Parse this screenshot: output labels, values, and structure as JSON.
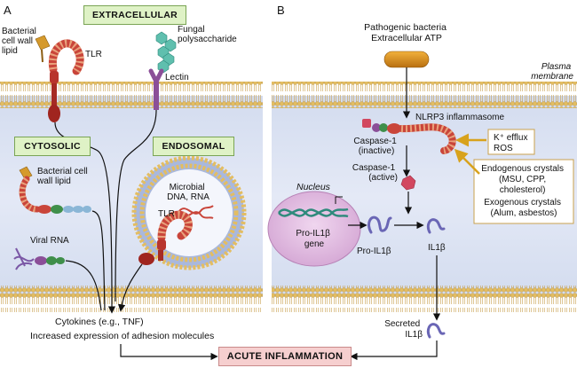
{
  "panel_a": {
    "letter": "A",
    "extracellular": "EXTRACELLULAR",
    "cytosolic": "CYTOSOLIC",
    "endosomal": "ENDOSOMAL",
    "bacterial_cell_wall_lipid_top": [
      "Bacterial",
      "cell wall",
      "lipid"
    ],
    "tlr_top": "TLR",
    "fungal_polysaccharide": [
      "Fungal",
      "polysaccharide"
    ],
    "lectin": "Lectin",
    "bacterial_cell_wall_lipid_cyto": [
      "Bacterial cell",
      "wall lipid"
    ],
    "viral_rna": "Viral RNA",
    "microbial_dna_rna": [
      "Microbial",
      "DNA, RNA"
    ],
    "tlr_endo": "TLR",
    "cytokines": "Cytokines (e.g., TNF)",
    "adhesion": "Increased expression of adhesion molecules"
  },
  "panel_b": {
    "letter": "B",
    "pathogenic": [
      "Pathogenic bacteria",
      "Extracellular ATP"
    ],
    "plasma_membrane": [
      "Plasma",
      "membrane"
    ],
    "nlrp3": "NLRP3 inflammasome",
    "caspase_inactive": [
      "Caspase-1",
      "(inactive)"
    ],
    "caspase_active": [
      "Caspase-1",
      "(active)"
    ],
    "k_efflux": [
      "K⁺ efflux",
      "ROS"
    ],
    "crystals": [
      "Endogenous crystals",
      "(MSU, CPP,",
      "cholesterol)",
      "Exogenous crystals",
      "(Alum, asbestos)"
    ],
    "nucleus": "Nucleus",
    "pro_il1b_gene": [
      "Pro-IL1β",
      "gene"
    ],
    "pro_il1b": "Pro-IL1β",
    "il1b": "IL1β",
    "secreted": [
      "Secreted",
      "IL1β"
    ]
  },
  "acute_inflammation": "ACUTE INFLAMMATION",
  "colors": {
    "membrane_head": "#e6c16a",
    "cell_interior": "#dfe6f4",
    "tlr_red": "#b8342d",
    "tlr_stripe": "#e8a07a",
    "arrow": "#111111",
    "gold_arrow": "#d8a21c"
  }
}
